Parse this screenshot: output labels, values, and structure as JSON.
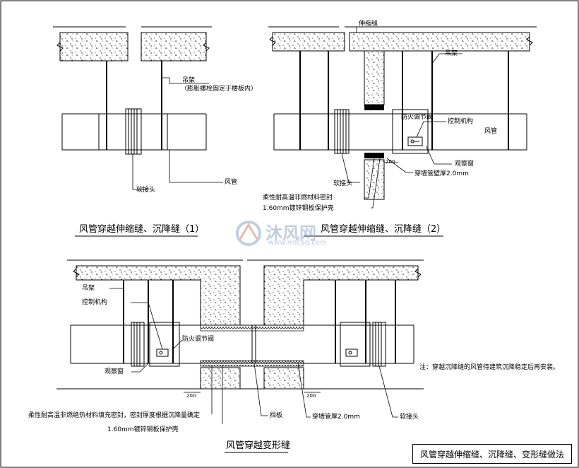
{
  "diagram_1": {
    "caption": "风管穿越伸缩缝、沉降缝（1）",
    "hanger_label": "吊架",
    "hanger_note": "（膨胀螺栓固定于楼板内）",
    "soft_joint_label": "软接头",
    "duct_label": "风管"
  },
  "diagram_2": {
    "caption": "风管穿越伸缩缝、沉降缝（2）",
    "expansion_joint_label": "伸缩缝",
    "hanger_label": "吊架",
    "fire_damper_label": "防火调节阀",
    "control_label": "控制机构",
    "duct_label": "风管",
    "window_label": "观察窗",
    "soft_joint_label": "软接头",
    "wall_pipe_label": "穿墙管壁厚2.0mm",
    "seal_label": "柔性耐高温非燃材料密封",
    "shield_label": "1.60mm镀锌钢板保护壳",
    "dim_200": "200"
  },
  "diagram_3": {
    "caption": "风管穿越变形缝",
    "hanger_label": "吊架",
    "control_label": "控制机构",
    "fire_damper_label": "防火调节阀",
    "window_label": "观察窗",
    "seal_label": "柔性耐高温非燃绝热材料填充密封，密封厚度根据沉降量确定",
    "shield_label": "1.60mm镀锌钢板保护壳",
    "baffle_label": "挡板",
    "wall_pipe_label": "穿墙管厚2.0mm",
    "soft_joint_label": "软接头",
    "note": "注：穿越沉降缝的风管待建筑沉降稳定后再安装。",
    "dim_200_left": "200",
    "dim_200_right": "200"
  },
  "title_block": "风管穿越伸缩缝、沉降缝、变形缝做法",
  "watermark": {
    "brand": "沐风网",
    "url": "www.mfcad.com"
  }
}
